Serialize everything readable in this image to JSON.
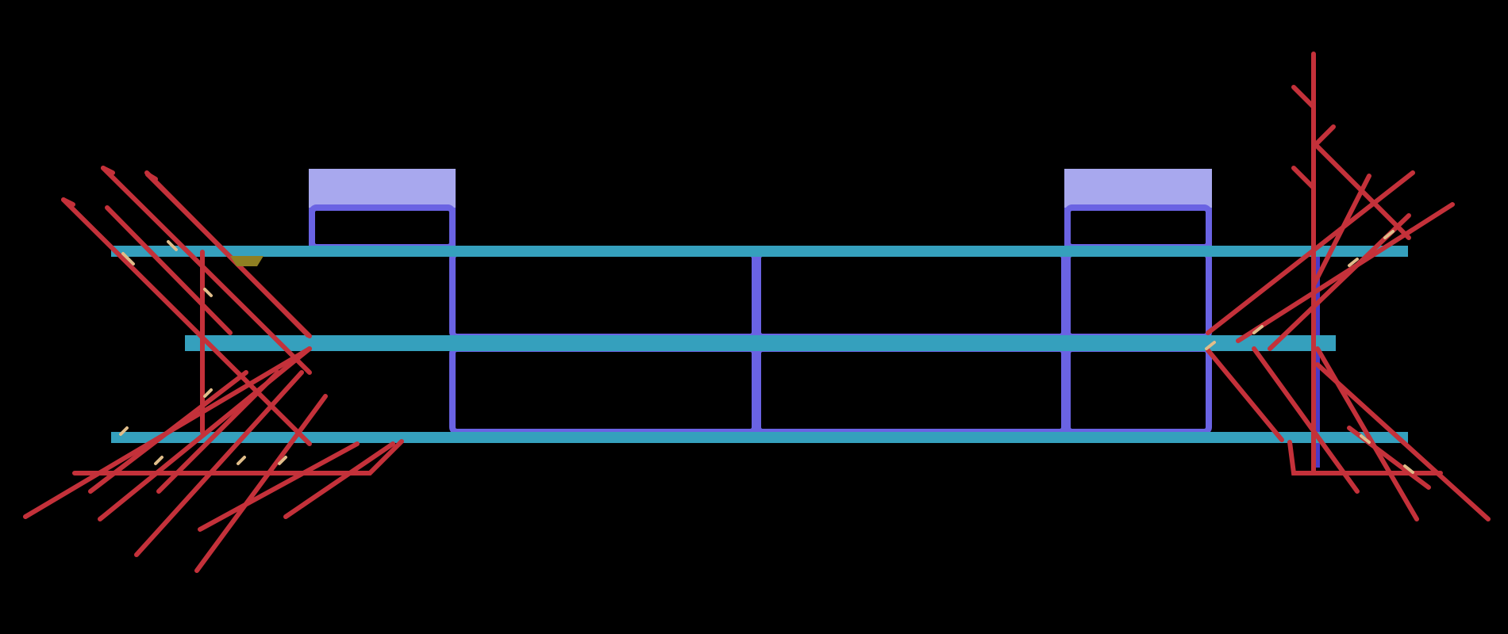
{
  "diagram": {
    "kind": "pcb-layout-view",
    "background_color": "#000000",
    "colors": {
      "rail": "#35a0bd",
      "cell_outline": "#6a63e3",
      "pad": "#a8a8ee",
      "trace": "#c4313a",
      "trace_highlight": "#e0bd8a",
      "marker": "#8f7f22",
      "via_accent": "#4b39c9"
    },
    "elements": [
      "pad-left",
      "pad-right",
      "power-rail-top",
      "power-rail-middle",
      "power-rail-bottom",
      "cell-grid",
      "left-trace-bundle",
      "right-trace-bundle",
      "marker-left"
    ]
  }
}
